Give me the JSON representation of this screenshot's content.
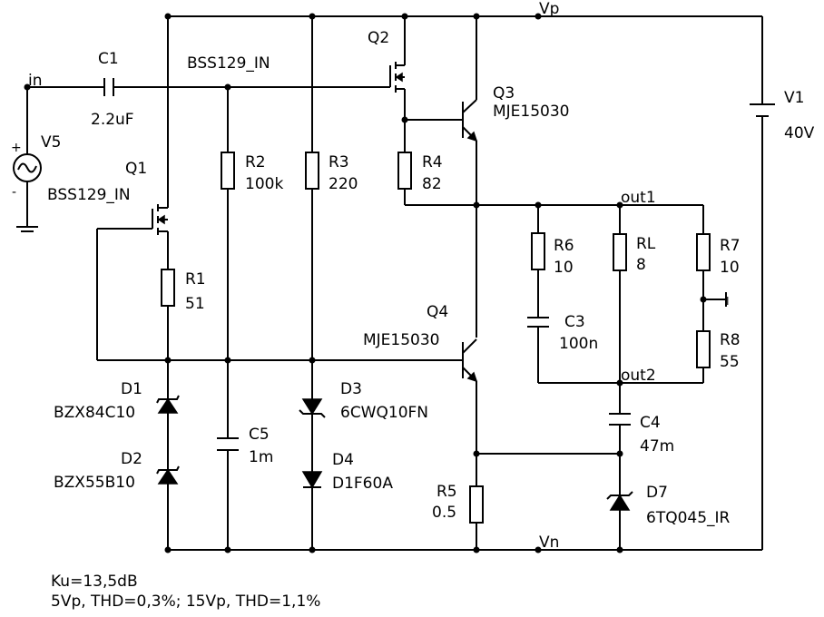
{
  "nets": {
    "vp": "Vp",
    "vn": "Vn",
    "in": "in",
    "out1": "out1",
    "out2": "out2"
  },
  "components": {
    "c1": {
      "ref": "C1",
      "value": "2.2uF"
    },
    "net_bss": {
      "value": "BSS129_IN"
    },
    "q1": {
      "ref": "Q1",
      "value": "BSS129_IN"
    },
    "q2": {
      "ref": "Q2"
    },
    "q3": {
      "ref": "Q3",
      "value": "MJE15030"
    },
    "q4": {
      "ref": "Q4",
      "value": "MJE15030"
    },
    "r1": {
      "ref": "R1",
      "value": "51"
    },
    "r2": {
      "ref": "R2",
      "value": "100k"
    },
    "r3": {
      "ref": "R3",
      "value": "220"
    },
    "r4": {
      "ref": "R4",
      "value": "82"
    },
    "r5": {
      "ref": "R5",
      "value": "0.5"
    },
    "r6": {
      "ref": "R6",
      "value": "10"
    },
    "rl": {
      "ref": "RL",
      "value": "8"
    },
    "r7": {
      "ref": "R7",
      "value": "10"
    },
    "r8": {
      "ref": "R8",
      "value": "55"
    },
    "c3": {
      "ref": "C3",
      "value": "100n"
    },
    "c4": {
      "ref": "C4",
      "value": "47m"
    },
    "c5": {
      "ref": "C5",
      "value": "1m"
    },
    "d1": {
      "ref": "D1",
      "value": "BZX84C10"
    },
    "d2": {
      "ref": "D2",
      "value": "BZX55B10"
    },
    "d3": {
      "ref": "D3",
      "value": "6CWQ10FN"
    },
    "d4": {
      "ref": "D4",
      "value": "D1F60A"
    },
    "d7": {
      "ref": "D7",
      "value": "6TQ045_IR"
    },
    "v1": {
      "ref": "V1",
      "value": "40V"
    },
    "v5": {
      "ref": "V5"
    },
    "probe": {
      "label": "I"
    }
  },
  "notes": {
    "line1": "Ku=13,5dB",
    "line2": "5Vp, THD=0,3%; 15Vp, THD=1,1%"
  }
}
